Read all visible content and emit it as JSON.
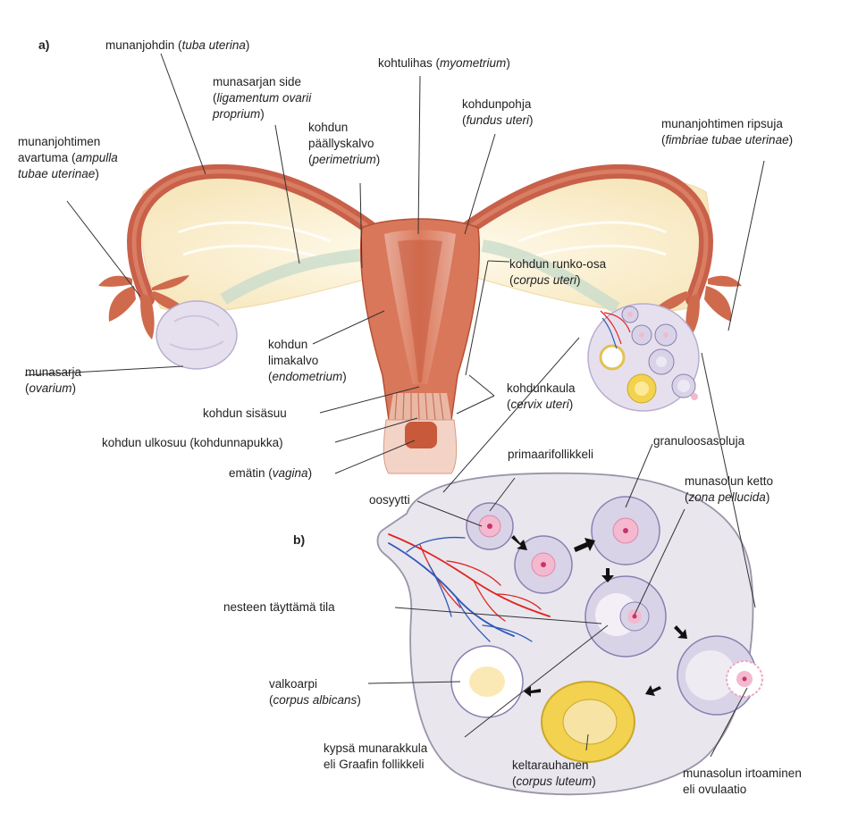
{
  "panels": {
    "a": "a)",
    "b": "b)"
  },
  "labels": {
    "munanjohdin": {
      "text": "munanjohdin (",
      "it": "tuba uterina",
      "end": ")"
    },
    "munasarjan_side": {
      "l1": "munasarjan side",
      "l2": "ligamentum ovarii",
      "l3": "proprium"
    },
    "kohtulihas": {
      "text": "kohtulihas (",
      "it": "myometrium",
      "end": ")"
    },
    "kohdunpohja": {
      "l1": "kohdunpohja",
      "l2": "fundus uteri"
    },
    "ripsuja": {
      "l1": "munanjohtimen ripsuja",
      "l2": "fimbriae tubae uterinae"
    },
    "paallyskalvo": {
      "l1": "kohdun",
      "l2": "päällyskalvo",
      "l3": "perimetrium"
    },
    "avartuma": {
      "l1": "munanjohtimen",
      "l2a": "avartuma (",
      "l2b": "ampulla",
      "l3": "tubae uterinae"
    },
    "runko": {
      "l1": "kohdun runko-osa",
      "l2": "corpus uteri"
    },
    "munasarja": {
      "l1": "munasarja",
      "l2": "ovarium"
    },
    "limakalvo": {
      "l1": "kohdun",
      "l2": "limakalvo",
      "l3": "endometrium"
    },
    "kohdunkaula": {
      "l1": "kohdunkaula",
      "l2": "cervix uteri"
    },
    "sisasuu": {
      "text": "kohdun sisäsuu"
    },
    "ulkosuu": {
      "text": "kohdun ulkosuu (kohdunnapukka)"
    },
    "ematin": {
      "text": "emätin (",
      "it": "vagina",
      "end": ")"
    },
    "granuloosa": {
      "text": "granuloosasoluja"
    },
    "primaari": {
      "text": "primaarifollikkeli"
    },
    "oosyytti": {
      "text": "oosyytti"
    },
    "ketto": {
      "l1": "munasolun ketto",
      "l2": "zona pellucida"
    },
    "neste": {
      "text": "nesteen täyttämä tila"
    },
    "valkoarpi": {
      "l1": "valkoarpi",
      "l2": "corpus albicans"
    },
    "graafi": {
      "l1": "kypsä munarakkula",
      "l2": "eli Graafin follikkeli"
    },
    "keltarauhanen": {
      "l1": "keltarauhanen",
      "l2": "corpus luteum"
    },
    "ovulaatio": {
      "l1": "munasolun irtoaminen",
      "l2": "eli ovulaatio"
    }
  },
  "colors": {
    "uterus": "#d9775a",
    "uterus_dark": "#b65035",
    "tube": "#cf6a4c",
    "broad_ligament": "#fbefcf",
    "ovary": "#e6e0ee",
    "cell_fill": "#d9d3e8",
    "cell_stroke": "#8a7fb0",
    "oocyte": "#f4b9cf",
    "luteum": "#f2d24e",
    "artery": "#e0251f",
    "vein": "#2f58b8",
    "line": "#333333"
  }
}
